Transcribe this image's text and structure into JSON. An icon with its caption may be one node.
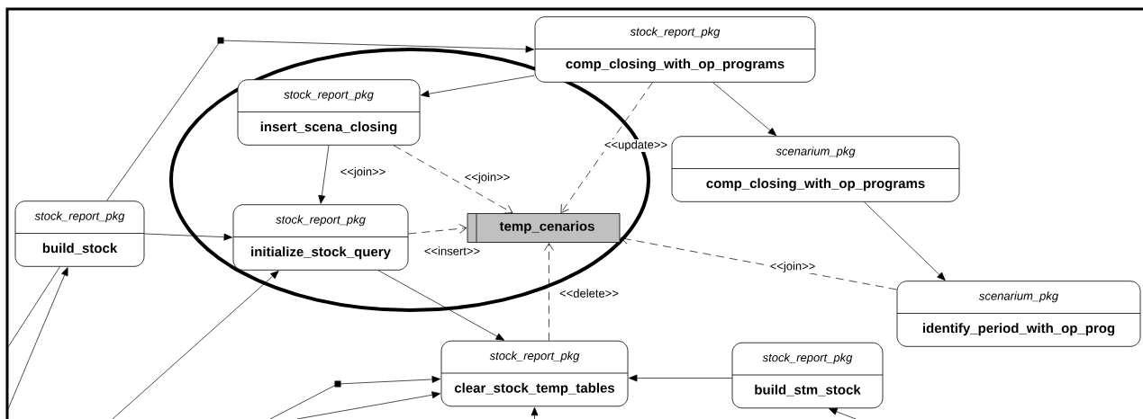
{
  "diagram": {
    "nodes": [
      {
        "text": [
          "stock_report_pkg",
          "comp_closing_with_op_programs"
        ]
      },
      {
        "text": [
          "stock_report_pkg",
          "insert_scena_closing"
        ]
      },
      {
        "text": [
          "scenarium_pkg",
          "comp_closing_with_op_programs"
        ]
      },
      {
        "text": [
          "stock_report_pkg",
          "build_stock"
        ]
      },
      {
        "text": [
          "stock_report_pkg",
          "initialize_stock_query"
        ]
      },
      {
        "text": [
          "temp_cenarios"
        ]
      },
      {
        "text": [
          "scenarium_pkg",
          "identify_period_with_op_prog"
        ]
      },
      {
        "text": [
          "stock_report_pkg",
          "clear_stock_temp_tables"
        ]
      },
      {
        "text": [
          "stock_report_pkg",
          "build_stm_stock"
        ]
      }
    ],
    "edges": [
      {
        "from": 3,
        "to": 0,
        "arrow": "to"
      },
      {
        "from": 0,
        "to": 1,
        "arrow": "to"
      },
      {
        "from": 0,
        "to": 2,
        "arrow": "to"
      },
      {
        "from": 0,
        "to": 5,
        "arrow": "to",
        "style": "dashed",
        "label": "<<update>>"
      },
      {
        "from": 1,
        "to": 4,
        "arrow": "to",
        "label": "<<join>>"
      },
      {
        "from": 1,
        "to": 5,
        "arrow": "to",
        "style": "dashed",
        "label": "<<join>>"
      },
      {
        "from": 3,
        "to": 4,
        "arrow": "to"
      },
      {
        "from": 4,
        "to": 5,
        "arrow": "to",
        "style": "dashed",
        "label": "<<insert>>"
      },
      {
        "from": 2,
        "to": 6,
        "arrow": "to"
      },
      {
        "from": 6,
        "to": 5,
        "arrow": "to",
        "style": "dashed",
        "label": "<<join>>"
      },
      {
        "from": 4,
        "to": 7,
        "arrow": "to"
      },
      {
        "from": 7,
        "to": 5,
        "arrow": "to",
        "style": "dashed",
        "label": "<<delete>>"
      },
      {
        "from": 8,
        "to": 7,
        "arrow": "to"
      },
      {
        "from": null,
        "to": 3,
        "arrow": "none"
      },
      {
        "from": null,
        "to": 3,
        "arrow": "to"
      },
      {
        "from": null,
        "to": 4,
        "arrow": "to"
      },
      {
        "from": null,
        "to": 7,
        "arrow": "to"
      },
      {
        "from": null,
        "to": 7,
        "arrow": "to"
      },
      {
        "from": null,
        "to": 7,
        "arrow": "to"
      },
      {
        "from": null,
        "to": 8,
        "arrow": "to"
      }
    ]
  }
}
